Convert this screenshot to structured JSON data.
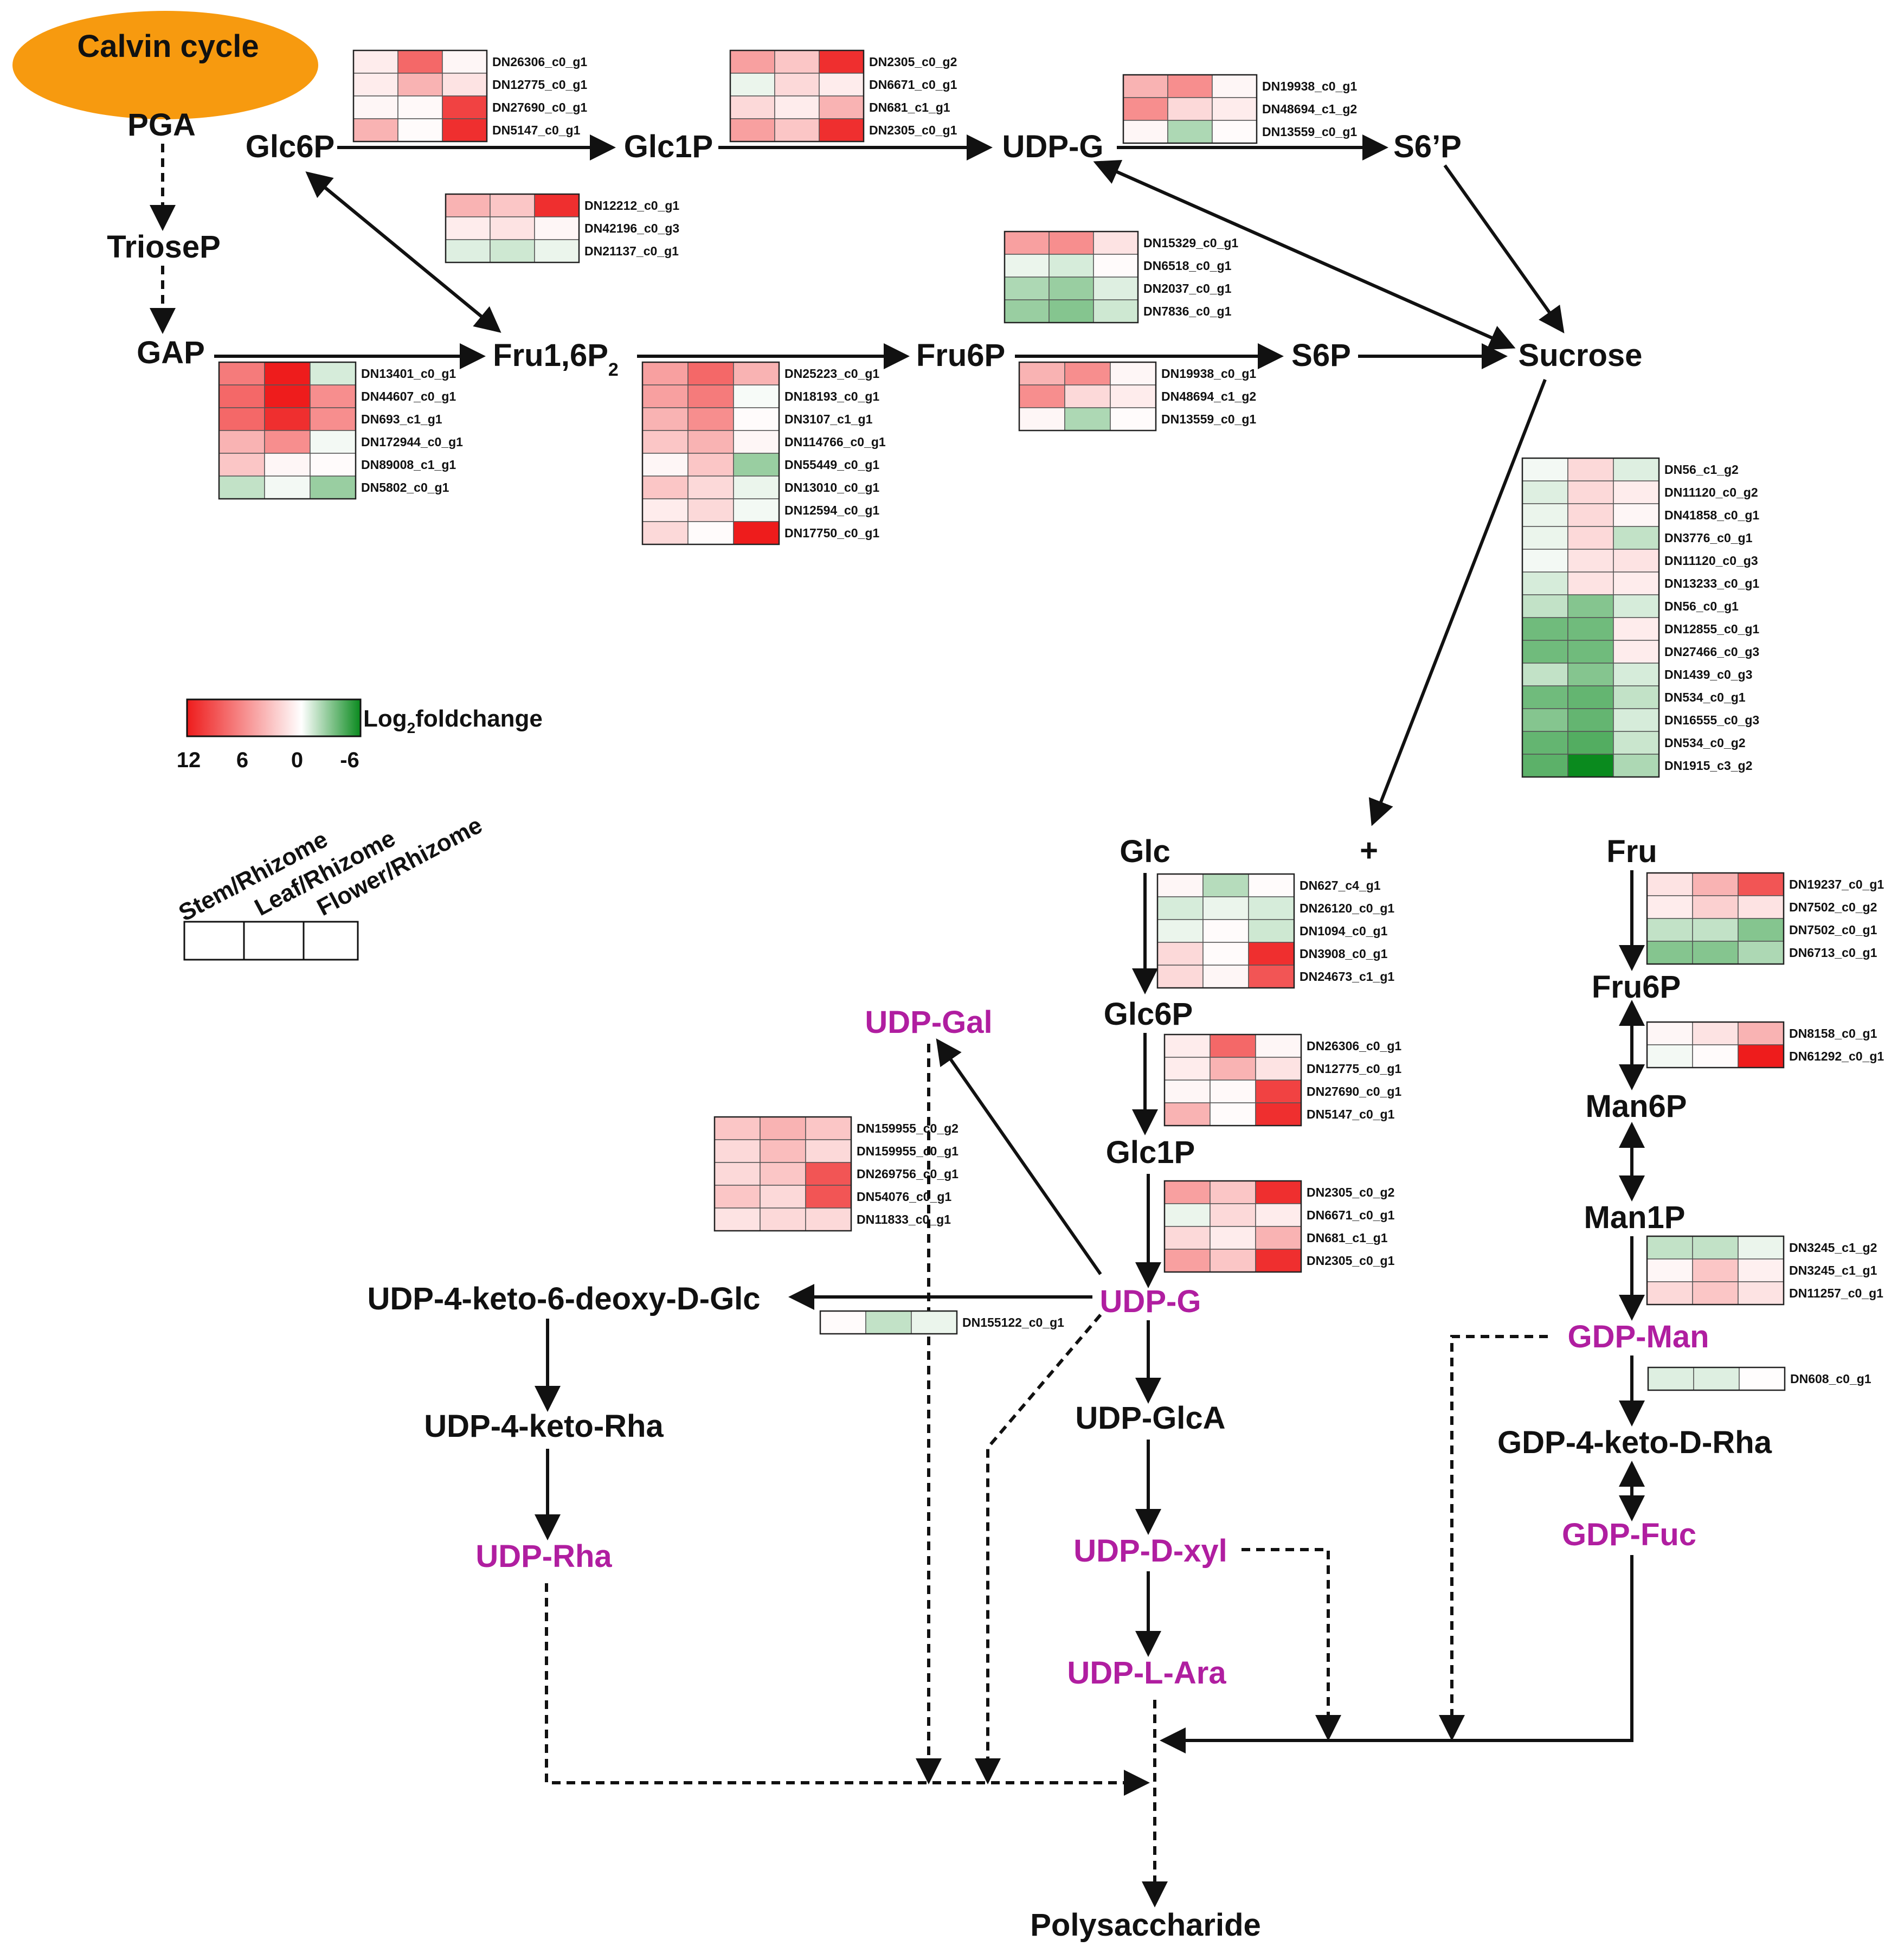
{
  "figure": {
    "calvin_label": "Calvin cycle",
    "polysaccharide": "Polysaccharide",
    "legend": {
      "title_prefix": "Log",
      "title_sub": "2",
      "title_suffix": "foldchange",
      "ticks": [
        "12",
        "6",
        "0",
        "-6"
      ],
      "scale_min": -6,
      "scale_max": 12,
      "colors": {
        "high": "#ee1c1c",
        "mid": "#ffffff",
        "low": "#0a8a1e"
      },
      "columns": [
        "Stem/Rhizome",
        "Leaf/Rhizome",
        "Flower/Rhizome"
      ]
    },
    "metabolites": {
      "pga": "PGA",
      "triosep": "TrioseP",
      "gap": "GAP",
      "glc6p_top": "Glc6P",
      "glc1p_top": "Glc1P",
      "udpg_top": "UDP-G",
      "s6p_prime": "S6’P",
      "fru16p2": "Fru1,6P",
      "fru16p2_sub": "2",
      "fru6p_top": "Fru6P",
      "s6p": "S6P",
      "sucrose": "Sucrose",
      "glc": "Glc",
      "plus": "+",
      "fru": "Fru",
      "glc6p": "Glc6P",
      "glc1p": "Glc1P",
      "udpg": "UDP-G",
      "udpgal": "UDP-Gal",
      "udp_keto_deoxy": "UDP-4-keto-6-deoxy-D-Glc",
      "udp_keto_rha": "UDP-4-keto-Rha",
      "udp_rha": "UDP-Rha",
      "udp_glca": "UDP-GlcA",
      "udp_dxyl": "UDP-D-xyl",
      "udp_lara": "UDP-L-Ara",
      "fru6p": "Fru6P",
      "man6p": "Man6P",
      "man1p": "Man1P",
      "gdp_man": "GDP-Man",
      "gdp_keto_rha": "GDP-4-keto-D-Rha",
      "gdp_fuc": "GDP-Fuc"
    }
  },
  "heatmaps": [
    {
      "genes": [
        "DN26306_c0_g1",
        "DN12775_c0_g1",
        "DN27690_c0_g1",
        "DN5147_c0_g1"
      ],
      "values": [
        [
          1,
          8,
          0.5
        ],
        [
          1,
          4,
          1.5
        ],
        [
          0.5,
          0.3,
          10
        ],
        [
          4,
          0.2,
          11
        ]
      ]
    },
    {
      "genes": [
        "DN2305_c0_g2",
        "DN6671_c0_g1",
        "DN681_c1_g1",
        "DN2305_c0_g1"
      ],
      "values": [
        [
          5,
          3,
          11
        ],
        [
          -0.5,
          2,
          1
        ],
        [
          2,
          1,
          4
        ],
        [
          5,
          3,
          11
        ]
      ]
    },
    {
      "genes": [
        "DN19938_c0_g1",
        "DN48694_c1_g2",
        "DN13559_c0_g1"
      ],
      "values": [
        [
          4,
          6,
          0.5
        ],
        [
          6,
          2,
          1
        ],
        [
          0.5,
          -2,
          0.2
        ]
      ]
    },
    {
      "genes": [
        "DN12212_c0_g1",
        "DN42196_c0_g3",
        "DN21137_c0_g1"
      ],
      "values": [
        [
          4,
          3,
          11
        ],
        [
          1,
          1.5,
          0.5
        ],
        [
          -0.8,
          -1.2,
          -0.5
        ]
      ]
    },
    {
      "genes": [
        "DN15329_c0_g1",
        "DN6518_c0_g1",
        "DN2037_c0_g1",
        "DN7836_c0_g1"
      ],
      "values": [
        [
          5,
          6,
          1.5
        ],
        [
          -0.5,
          -1,
          0.2
        ],
        [
          -2,
          -2.5,
          -0.8
        ],
        [
          -2.5,
          -3,
          -1.2
        ]
      ]
    },
    {
      "genes": [
        "DN13401_c0_g1",
        "DN44607_c0_g1",
        "DN693_c1_g1",
        "DN172944_c0_g1",
        "DN89008_c1_g1",
        "DN5802_c0_g1"
      ],
      "values": [
        [
          7,
          12,
          -1
        ],
        [
          8,
          12,
          6
        ],
        [
          8,
          11,
          6
        ],
        [
          4,
          6,
          -0.3
        ],
        [
          3,
          0.5,
          0.2
        ],
        [
          -1.5,
          -0.3,
          -2.5
        ]
      ]
    },
    {
      "genes": [
        "DN25223_c0_g1",
        "DN18193_c0_g1",
        "DN3107_c1_g1",
        "DN114766_c0_g1",
        "DN55449_c0_g1",
        "DN13010_c0_g1",
        "DN12594_c0_g1",
        "DN17750_c0_g1"
      ],
      "values": [
        [
          5,
          8,
          4
        ],
        [
          5,
          7,
          -0.2
        ],
        [
          4,
          6,
          0.2
        ],
        [
          3,
          4,
          0.5
        ],
        [
          0.5,
          3,
          -2.5
        ],
        [
          3,
          2,
          -0.5
        ],
        [
          1,
          2,
          -0.3
        ],
        [
          2,
          0.2,
          12
        ]
      ]
    },
    {
      "genes": [
        "DN19938_c0_g1",
        "DN48694_c1_g2",
        "DN13559_c0_g1"
      ],
      "values": [
        [
          4,
          6,
          0.5
        ],
        [
          6,
          2,
          1
        ],
        [
          0.5,
          -2,
          0.2
        ]
      ]
    },
    {
      "genes": [
        "DN56_c1_g2",
        "DN11120_c0_g2",
        "DN41858_c0_g1",
        "DN3776_c0_g1",
        "DN11120_c0_g3",
        "DN13233_c0_g1",
        "DN56_c0_g1",
        "DN12855_c0_g1",
        "DN27466_c0_g3",
        "DN1439_c0_g3",
        "DN534_c0_g1",
        "DN16555_c0_g3",
        "DN534_c0_g2",
        "DN1915_c3_g2"
      ],
      "values": [
        [
          -0.3,
          2,
          -0.8
        ],
        [
          -0.8,
          2,
          1
        ],
        [
          -0.5,
          2,
          0.5
        ],
        [
          -0.5,
          2,
          -1.5
        ],
        [
          -0.3,
          1.5,
          1.5
        ],
        [
          -1,
          1.5,
          1
        ],
        [
          -1.5,
          -3,
          -1
        ],
        [
          -3.5,
          -3.5,
          1
        ],
        [
          -3.5,
          -3.5,
          1
        ],
        [
          -1.5,
          -3,
          -1
        ],
        [
          -3.5,
          -3.8,
          -1.5
        ],
        [
          -3,
          -3.8,
          -1
        ],
        [
          -3.8,
          -4.2,
          -1.3
        ],
        [
          -4,
          -6,
          -2
        ]
      ]
    },
    {
      "genes": [
        "DN627_c4_g1",
        "DN26120_c0_g1",
        "DN1094_c0_g1",
        "DN3908_c0_g1",
        "DN24673_c1_g1"
      ],
      "values": [
        [
          0.5,
          -1.8,
          0.2
        ],
        [
          -1,
          -0.5,
          -1
        ],
        [
          -0.5,
          0.2,
          -1.2
        ],
        [
          2,
          0.2,
          11
        ],
        [
          2,
          0.5,
          9
        ]
      ]
    },
    {
      "genes": [
        "DN19237_c0_g1",
        "DN7502_c0_g2",
        "DN7502_c0_g1",
        "DN6713_c0_g1"
      ],
      "values": [
        [
          1.5,
          4,
          9
        ],
        [
          1,
          2.5,
          1.5
        ],
        [
          -1.5,
          -1.5,
          -3
        ],
        [
          -3,
          -3,
          -2
        ]
      ]
    },
    {
      "genes": [
        "DN26306_c0_g1",
        "DN12775_c0_g1",
        "DN27690_c0_g1",
        "DN5147_c0_g1"
      ],
      "values": [
        [
          1,
          8,
          0.5
        ],
        [
          1,
          4,
          1.5
        ],
        [
          0.5,
          0.3,
          10
        ],
        [
          4,
          0.2,
          11
        ]
      ]
    },
    {
      "genes": [
        "DN8158_c0_g1",
        "DN61292_c0_g1"
      ],
      "values": [
        [
          0.5,
          1.5,
          4
        ],
        [
          -0.3,
          0.2,
          12
        ]
      ]
    },
    {
      "genes": [
        "DN159955_c0_g2",
        "DN159955_c0_g1",
        "DN269756_c0_g1",
        "DN54076_c0_g1",
        "DN11833_c0_g1"
      ],
      "values": [
        [
          3,
          4,
          3
        ],
        [
          2,
          3.5,
          2
        ],
        [
          2,
          3,
          9
        ],
        [
          3,
          2,
          9
        ],
        [
          1.5,
          2,
          2
        ]
      ]
    },
    {
      "genes": [
        "DN2305_c0_g2",
        "DN6671_c0_g1",
        "DN681_c1_g1",
        "DN2305_c0_g1"
      ],
      "values": [
        [
          5,
          3,
          11
        ],
        [
          -0.5,
          2,
          1
        ],
        [
          2,
          1,
          4
        ],
        [
          5,
          3,
          11
        ]
      ]
    },
    {
      "genes": [
        "DN3245_c1_g2",
        "DN3245_c1_g1",
        "DN11257_c0_g1"
      ],
      "values": [
        [
          -1.5,
          -1.5,
          -0.5
        ],
        [
          0.5,
          3,
          0.8
        ],
        [
          2,
          3,
          1.5
        ]
      ]
    },
    {
      "genes": [
        "DN155122_c0_g1"
      ],
      "values": [
        [
          0.2,
          -1.5,
          -0.5
        ]
      ]
    },
    {
      "genes": [
        "DN608_c0_g1"
      ],
      "values": [
        [
          -0.8,
          -0.8,
          0.1
        ]
      ]
    }
  ]
}
